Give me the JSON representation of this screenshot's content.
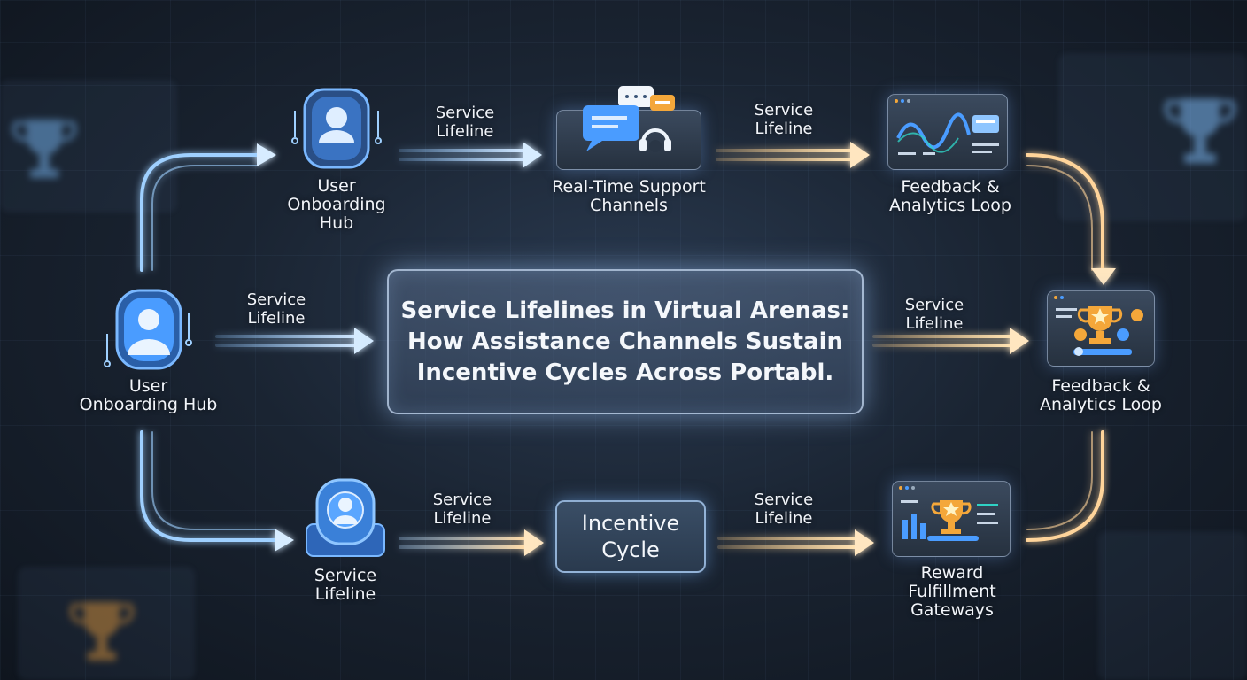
{
  "title": "Service Lifelines in Virtual Arenas:\nHow Assistance Channels Sustain\nIncentive Cycles Across Portabl.",
  "colors": {
    "blue_flow": "#8fc6ff",
    "gold_flow": "#ffcf8a",
    "accent_gold": "#f4a73a",
    "accent_blue": "#4a9cff"
  },
  "nodes": {
    "onboarding_top": "User\nOnboarding\nHub",
    "support": "Real-Time Support\nChannels",
    "feedback_top": "Feedback &\nAnalytics Loop",
    "onboarding_left": "User\nOnboarding Hub",
    "feedback_right": "Feedback &\nAnalytics Loop",
    "lifeline_bottom": "Service\nLifeline",
    "incentive": "Incentive\nCycle",
    "reward": "Reward\nFulfillment\nGateways"
  },
  "connectors": {
    "top_1": "Service\nLifeline",
    "top_2": "Service\nLifeline",
    "mid_left": "Service\nLifeline",
    "mid_right": "Service\nLifeline",
    "bottom_1": "Service\nLifeline",
    "bottom_2": "Service\nLifeline"
  },
  "icons": [
    "user-icon",
    "headset-chat-icon",
    "waveform-analytics-icon",
    "trophy-icon",
    "bar-chart-trophy-icon"
  ]
}
